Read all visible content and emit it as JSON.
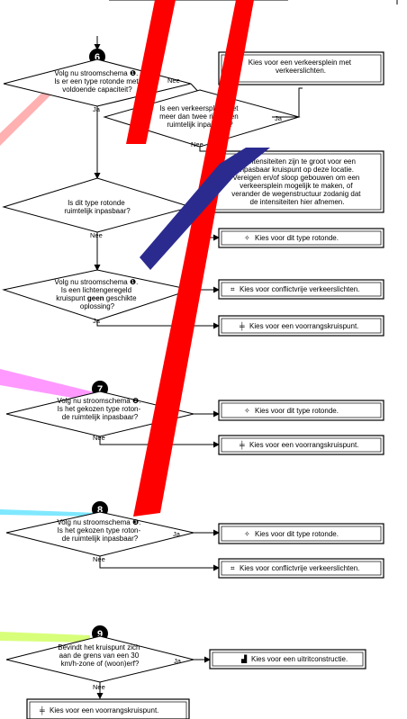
{
  "step6": {
    "number": "6",
    "q1": [
      "Volg nu stroomschema ❶.",
      "Is er een type rotonde met",
      "voldoende capaciteit?"
    ],
    "q2": [
      "Is een verkeersplein met",
      "meer dan twee rijstroken",
      "ruimtelijk inpasbaar?"
    ],
    "q3": [
      "Is dit type rotonde",
      "ruimtelijk inpasbaar?"
    ],
    "q4_line1": "Volg nu stroomschema ❶.",
    "q4_line2": "Is een lichtengeregeld",
    "q4_line3_pre": "kruispunt ",
    "q4_line3_bold": "geen",
    "q4_line3_post": " geschikte",
    "q4_line4": "oplossing?",
    "box_plein": [
      "Kies voor een verkeersplein met",
      "verkeerslichten."
    ],
    "box_warn": [
      "De intensiteiten zijn te groot voor een",
      "inpasbaar kruispunt op deze locatie.",
      "Vereigen en/of sloop gebouwen om een",
      "verkeersplein mogelijk te maken, of",
      "verander de wegenstructuur zodanig dat",
      "de intensiteiten hier afnemen."
    ],
    "box_rotonde": "Kies voor dit type rotonde.",
    "box_lichten": "Kies voor conflictvrije verkeerslichten.",
    "box_voorrang": "Kies voor een voorrangskruispunt."
  },
  "step7": {
    "number": "7",
    "q": [
      "Volg nu stroomschema ❷.",
      "Is het gekozen type roton-",
      "de ruimtelijk inpasbaar?"
    ],
    "box_rotonde": "Kies voor dit type rotonde.",
    "box_voorrang": "Kies voor een voorrangskruispunt."
  },
  "step8": {
    "number": "8",
    "q": [
      "Volg nu stroomschema ❸.",
      "Is het gekozen type roton-",
      "de ruimtelijk inpasbaar?"
    ],
    "box_rotonde": "Kies voor dit type rotonde.",
    "box_lichten": "Kies voor conflictvrije verkeerslichten."
  },
  "step9": {
    "number": "9",
    "q": [
      "Bevindt het kruispunt zich",
      "aan de grens van een 30",
      "km/h-zone of (woon)erf?"
    ],
    "box_uitrit": "Kies voor een uitritconstructie.",
    "box_voorrang": "Kies voor een voorrangskruispunt."
  },
  "labels": {
    "ja": "Ja",
    "nee": "Nee"
  },
  "icons": {
    "rotonde": "rotonde-icon",
    "lichten": "traffic-lights-icon",
    "voorrang": "priority-junction-icon",
    "uitrit": "exit-construction-icon"
  },
  "colors": {
    "red": "#ff0000",
    "navy": "#2b2b8f",
    "pink": "#ffb0b0",
    "magenta": "#ff99ff",
    "cyan": "#7fe8ff",
    "yellowgreen": "#d8ff7a"
  }
}
